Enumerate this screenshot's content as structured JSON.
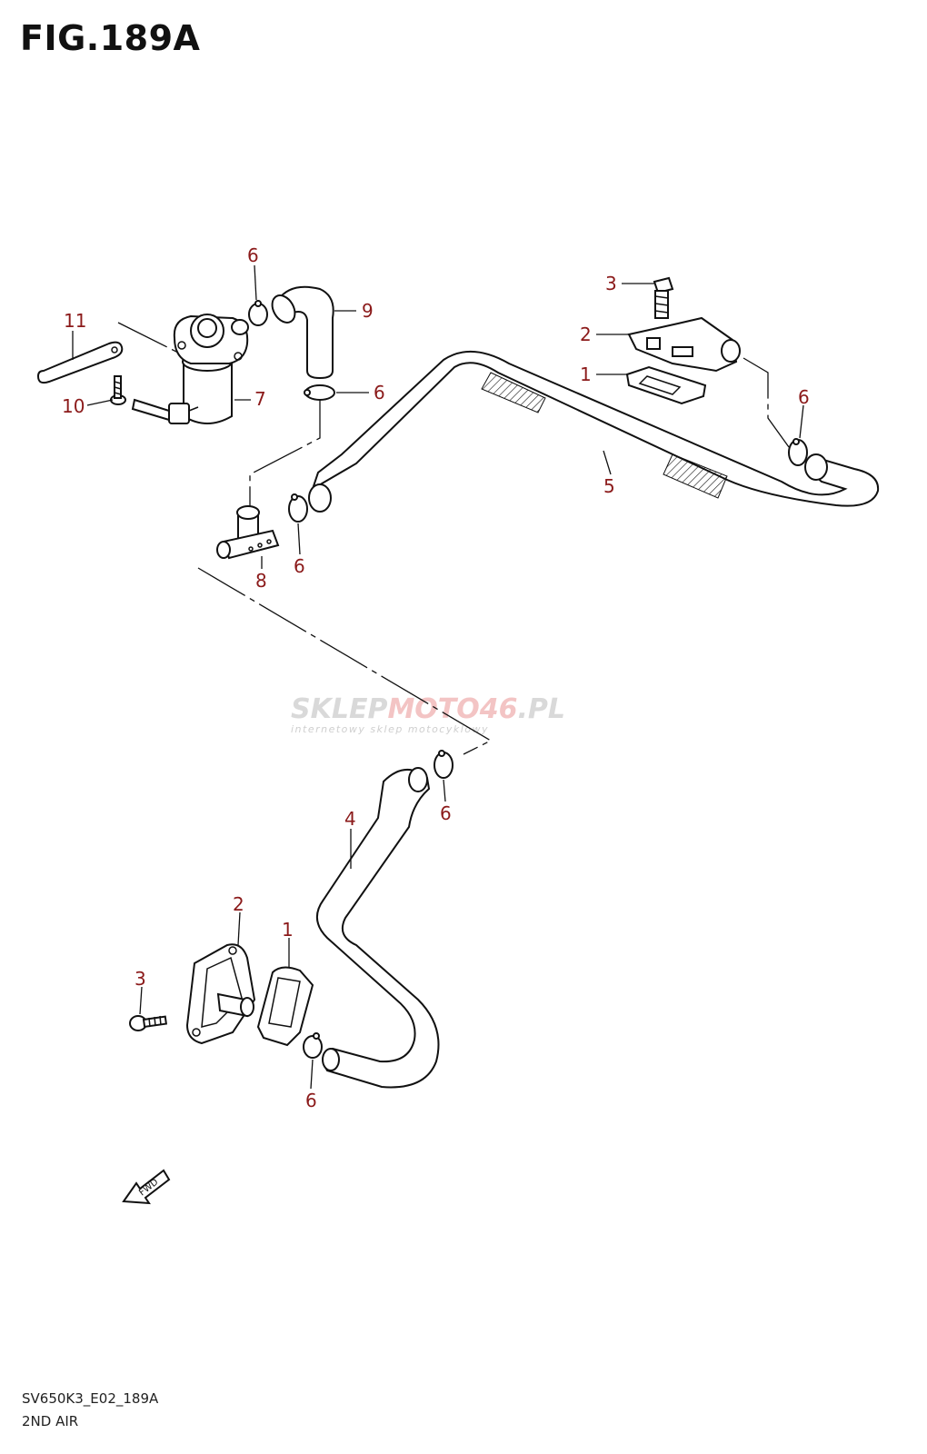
{
  "figure_title": "FIG.189A",
  "footer_code": "SV650K3_E02_189A",
  "footer_name": "2ND AIR",
  "watermark": {
    "brand_left": "SKLEP",
    "brand_mid": "MOTO",
    "brand_num": "46",
    "brand_right": ".PL",
    "tagline": "internetowy sklep motocyklowy"
  },
  "fwd_label": "FWD",
  "callouts": {
    "c1_top": "1",
    "c1_bottom": "1",
    "c2_top": "2",
    "c2_bottom": "2",
    "c3_top": "3",
    "c3_bottom": "3",
    "c4": "4",
    "c5": "5",
    "c6_a": "6",
    "c6_b": "6",
    "c6_c": "6",
    "c6_d": "6",
    "c6_e": "6",
    "c6_f": "6",
    "c7": "7",
    "c8": "8",
    "c9": "9",
    "c10": "10",
    "c11": "11"
  },
  "colors": {
    "callout": "#8b1a1a",
    "line": "#111111"
  }
}
